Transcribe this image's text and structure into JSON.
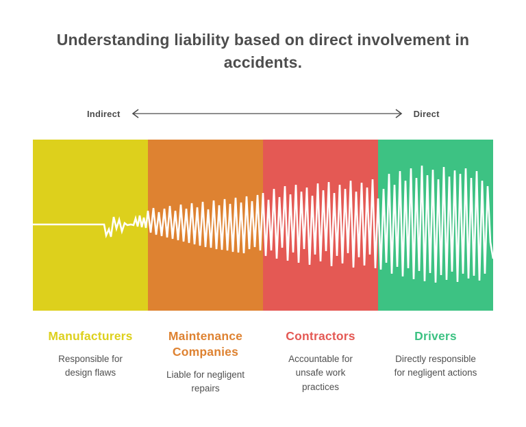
{
  "title": "Understanding liability based on direct involvement in\naccidents.",
  "axis": {
    "left_label": "Indirect",
    "right_label": "Direct"
  },
  "bands": [
    {
      "heading": "Manufacturers",
      "description": "Responsible for\ndesign flaws",
      "color": "#ddd01c"
    },
    {
      "heading": "Maintenance Companies",
      "description": "Liable for negligent\nrepairs",
      "color": "#de8231"
    },
    {
      "heading": "Contractors",
      "description": "Accountable for\nunsafe work\npractices",
      "color": "#e45954"
    },
    {
      "heading": "Drivers",
      "description": "Directly responsible\nfor negligent actions",
      "color": "#3dc283"
    }
  ],
  "text_colors": {
    "title": "#4d4d4d",
    "axis": "#4a4a4a",
    "description": "#4f4f4f"
  },
  "waveform": {
    "color": "#ffffff",
    "stroke_width": 2.6,
    "points": [
      [
        0,
        124
      ],
      [
        104,
        124
      ],
      [
        107,
        140
      ],
      [
        111,
        131
      ],
      [
        114,
        142
      ],
      [
        118,
        113
      ],
      [
        122,
        130
      ],
      [
        126,
        117
      ],
      [
        130,
        134
      ],
      [
        134,
        122
      ],
      [
        138,
        125
      ],
      [
        143,
        124
      ],
      [
        147,
        125
      ],
      [
        150,
        115
      ],
      [
        153,
        127
      ],
      [
        156,
        111
      ],
      [
        159,
        128
      ],
      [
        162,
        114
      ],
      [
        165,
        129
      ],
      [
        168,
        104
      ],
      [
        172,
        136
      ],
      [
        176,
        100
      ],
      [
        180,
        139
      ],
      [
        184,
        106
      ],
      [
        188,
        141
      ],
      [
        192,
        101
      ],
      [
        196,
        143
      ],
      [
        200,
        97
      ],
      [
        204,
        145
      ],
      [
        208,
        104
      ],
      [
        212,
        147
      ],
      [
        216,
        95
      ],
      [
        220,
        149
      ],
      [
        224,
        101
      ],
      [
        228,
        151
      ],
      [
        232,
        93
      ],
      [
        236,
        153
      ],
      [
        240,
        99
      ],
      [
        244,
        155
      ],
      [
        248,
        91
      ],
      [
        252,
        157
      ],
      [
        256,
        102
      ],
      [
        260,
        158
      ],
      [
        264,
        89
      ],
      [
        268,
        160
      ],
      [
        272,
        96
      ],
      [
        276,
        161
      ],
      [
        280,
        87
      ],
      [
        284,
        162
      ],
      [
        288,
        94
      ],
      [
        292,
        164
      ],
      [
        296,
        85
      ],
      [
        300,
        165
      ],
      [
        304,
        92
      ],
      [
        308,
        166
      ],
      [
        312,
        83
      ],
      [
        316,
        160
      ],
      [
        320,
        90
      ],
      [
        324,
        157
      ],
      [
        328,
        81
      ],
      [
        332,
        162
      ],
      [
        336,
        78
      ],
      [
        340,
        170
      ],
      [
        344,
        88
      ],
      [
        348,
        162
      ],
      [
        352,
        72
      ],
      [
        356,
        174
      ],
      [
        360,
        84
      ],
      [
        364,
        158
      ],
      [
        368,
        68
      ],
      [
        372,
        177
      ],
      [
        376,
        80
      ],
      [
        380,
        165
      ],
      [
        384,
        66
      ],
      [
        388,
        180
      ],
      [
        392,
        76
      ],
      [
        396,
        160
      ],
      [
        400,
        70
      ],
      [
        404,
        183
      ],
      [
        408,
        82
      ],
      [
        412,
        168
      ],
      [
        416,
        64
      ],
      [
        420,
        178
      ],
      [
        424,
        74
      ],
      [
        428,
        163
      ],
      [
        432,
        62
      ],
      [
        436,
        185
      ],
      [
        440,
        78
      ],
      [
        444,
        170
      ],
      [
        448,
        66
      ],
      [
        452,
        181
      ],
      [
        456,
        72
      ],
      [
        460,
        166
      ],
      [
        464,
        60
      ],
      [
        468,
        187
      ],
      [
        472,
        76
      ],
      [
        476,
        172
      ],
      [
        480,
        63
      ],
      [
        484,
        184
      ],
      [
        488,
        70
      ],
      [
        492,
        168
      ],
      [
        496,
        58
      ],
      [
        500,
        188
      ],
      [
        504,
        86
      ],
      [
        508,
        190
      ],
      [
        512,
        72
      ],
      [
        516,
        180
      ],
      [
        520,
        50
      ],
      [
        524,
        196
      ],
      [
        528,
        66
      ],
      [
        532,
        186
      ],
      [
        536,
        46
      ],
      [
        540,
        200
      ],
      [
        544,
        60
      ],
      [
        548,
        188
      ],
      [
        552,
        42
      ],
      [
        556,
        204
      ],
      [
        560,
        56
      ],
      [
        564,
        192
      ],
      [
        568,
        38
      ],
      [
        572,
        207
      ],
      [
        576,
        52
      ],
      [
        580,
        195
      ],
      [
        584,
        44
      ],
      [
        588,
        209
      ],
      [
        592,
        58
      ],
      [
        596,
        198
      ],
      [
        600,
        40
      ],
      [
        604,
        205
      ],
      [
        608,
        54
      ],
      [
        612,
        193
      ],
      [
        616,
        45
      ],
      [
        620,
        208
      ],
      [
        624,
        50
      ],
      [
        628,
        196
      ],
      [
        632,
        42
      ],
      [
        636,
        203
      ],
      [
        640,
        56
      ],
      [
        644,
        199
      ],
      [
        648,
        46
      ],
      [
        652,
        206
      ],
      [
        656,
        60
      ],
      [
        660,
        196
      ],
      [
        664,
        68
      ],
      [
        668,
        150
      ],
      [
        672,
        174
      ]
    ]
  }
}
